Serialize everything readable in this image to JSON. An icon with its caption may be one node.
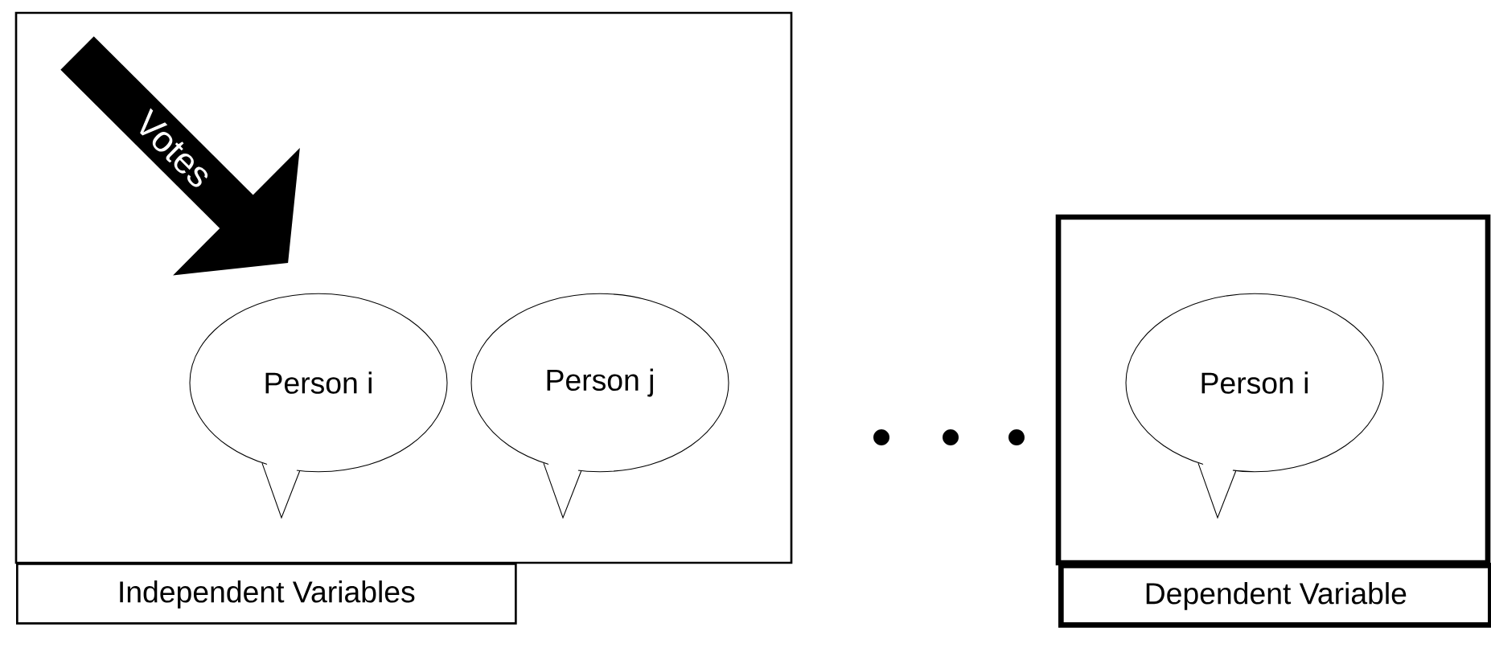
{
  "diagram": {
    "nodes": [
      {
        "text": [
          "Independent Variables"
        ]
      },
      {
        "text": [
          "Person i"
        ],
        "in": 0
      },
      {
        "text": [
          "Person j"
        ],
        "in": 0
      },
      {
        "text": [
          "Dependent Variable"
        ]
      },
      {
        "text": [
          "Person i"
        ],
        "in": 3
      }
    ],
    "edges": [
      {
        "from": null,
        "to": 1,
        "arrow": "to",
        "label": "Votes"
      }
    ]
  }
}
